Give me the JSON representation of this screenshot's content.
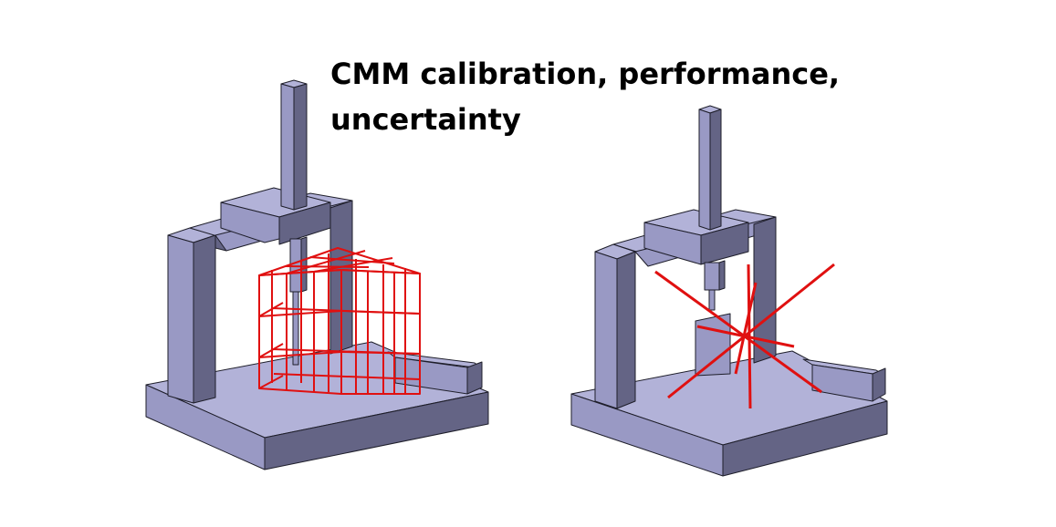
{
  "title": {
    "line1": "CMM calibration, performance,",
    "line2": "uncertainty"
  },
  "colors": {
    "light": "#b2b2d8",
    "mid": "#9999c4",
    "dark": "#646485",
    "edge": "#1e1e2a",
    "overlay": "#e01010"
  },
  "figures": [
    {
      "name": "cmm-with-volumetric-grid",
      "overlay": "grid"
    },
    {
      "name": "cmm-with-diagonal-lines",
      "overlay": "diagonals"
    }
  ]
}
